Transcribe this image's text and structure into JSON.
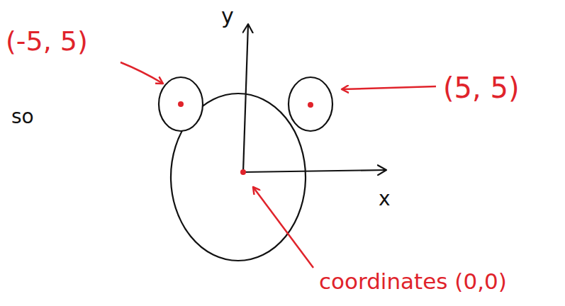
{
  "diagram": {
    "labels": [
      "(-5, 5)",
      "(5, 5)",
      "so",
      "y",
      "x",
      "coordinates (0,0)"
    ]
  }
}
